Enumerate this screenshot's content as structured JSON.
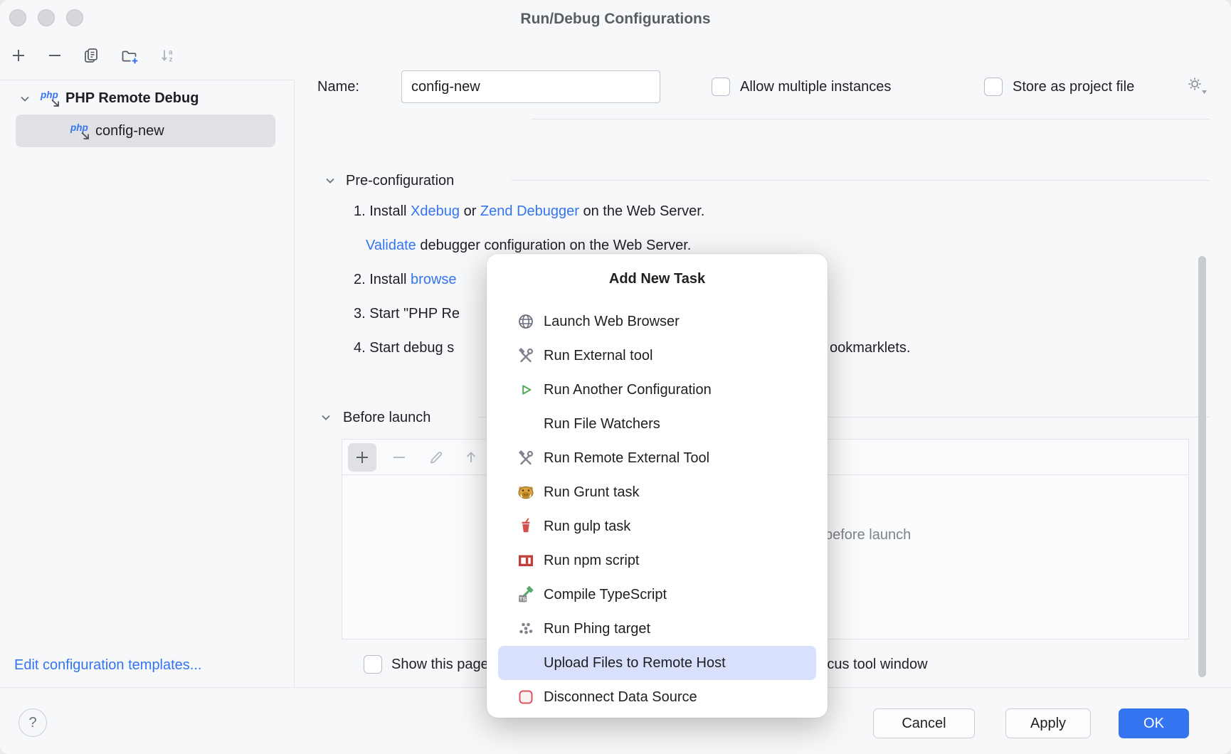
{
  "window": {
    "title": "Run/Debug Configurations"
  },
  "colors": {
    "accent": "#3574F0",
    "link": "#3574F0",
    "tree_selection": "#DFE1E5",
    "popup_selection": "#D9E0FB",
    "ok_button": "#3574F0",
    "muted_text": "#7E828E"
  },
  "sidebar": {
    "toolbar_icons": [
      "add-icon",
      "remove-icon",
      "copy-icon",
      "new-folder-icon",
      "sort-alphabetically-icon"
    ],
    "tree": {
      "group_label": "PHP Remote Debug",
      "selected_item_label": "config-new",
      "type_icon": "php-remote-debug-icon"
    },
    "edit_templates_link": "Edit configuration templates..."
  },
  "header": {
    "name_label": "Name:",
    "name_value": "config-new",
    "allow_multiple_instances_label": "Allow multiple instances",
    "store_as_project_file_label": "Store as project file"
  },
  "pre_configuration": {
    "title": "Pre-configuration",
    "step1_prefix": "1. Install ",
    "step1_link1": "Xdebug",
    "step1_mid": " or ",
    "step1_link2": "Zend Debugger",
    "step1_suffix": " on the Web Server.",
    "validate_link": "Validate",
    "validate_rest": " debugger configuration on the Web Server.",
    "step2_prefix": "2. Install ",
    "step2_link": "browse",
    "step3_text": "3. Start \"PHP Re",
    "step4_left": "4. Start debug s",
    "step4_right": "ookmarklets."
  },
  "before_launch": {
    "title": "Before launch",
    "toolbar_icons": [
      "add-icon",
      "remove-icon",
      "edit-icon",
      "move-up-icon"
    ],
    "empty_text": "before launch",
    "show_page_label": "Show this page",
    "focus_label": "Focus tool window"
  },
  "popup": {
    "title": "Add New Task",
    "items": [
      {
        "label": "Launch Web Browser",
        "icon": "web-browser-icon",
        "selected": false
      },
      {
        "label": "Run External tool",
        "icon": "external-tool-icon",
        "selected": false
      },
      {
        "label": "Run Another Configuration",
        "icon": "run-configuration-icon",
        "selected": false
      },
      {
        "label": "Run File Watchers",
        "icon": null,
        "selected": false
      },
      {
        "label": "Run Remote External Tool",
        "icon": "external-tool-icon",
        "selected": false
      },
      {
        "label": "Run Grunt task",
        "icon": "grunt-icon",
        "selected": false
      },
      {
        "label": "Run gulp task",
        "icon": "gulp-icon",
        "selected": false
      },
      {
        "label": "Run npm script",
        "icon": "npm-icon",
        "selected": false
      },
      {
        "label": "Compile TypeScript",
        "icon": "typescript-icon",
        "selected": false
      },
      {
        "label": "Run Phing target",
        "icon": "phing-icon",
        "selected": false
      },
      {
        "label": "Upload Files to Remote Host",
        "icon": null,
        "selected": true
      },
      {
        "label": "Disconnect Data Source",
        "icon": "data-source-icon",
        "selected": false
      }
    ]
  },
  "footer": {
    "help_label": "?",
    "cancel_label": "Cancel",
    "apply_label": "Apply",
    "ok_label": "OK"
  }
}
